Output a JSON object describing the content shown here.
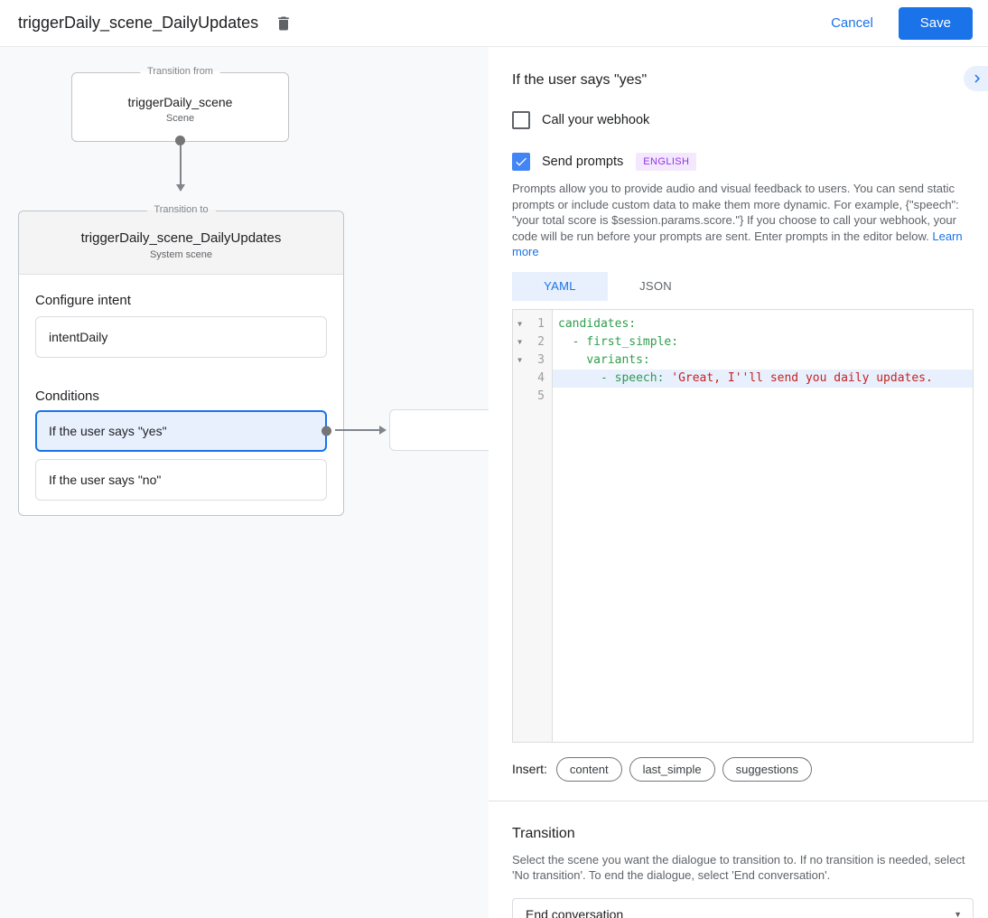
{
  "topbar": {
    "title": "triggerDaily_scene_DailyUpdates",
    "cancel_label": "Cancel",
    "save_label": "Save"
  },
  "canvas": {
    "transition_from": {
      "legend": "Transition from",
      "name": "triggerDaily_scene",
      "type": "Scene"
    },
    "transition_to": {
      "legend": "Transition to",
      "name": "triggerDaily_scene_DailyUpdates",
      "type": "System scene"
    },
    "configure_intent": {
      "label": "Configure intent",
      "value": "intentDaily"
    },
    "conditions": {
      "label": "Conditions",
      "items": [
        {
          "label": "If the user says \"yes\"",
          "selected": true
        },
        {
          "label": "If the user says \"no\"",
          "selected": false
        }
      ]
    }
  },
  "panel": {
    "title": "If the user says \"yes\"",
    "webhook_label": "Call your webhook",
    "send_prompts_label": "Send prompts",
    "language_badge": "ENGLISH",
    "description": "Prompts allow you to provide audio and visual feedback to users. You can send static prompts or include custom data to make them more dynamic. For example, {\"speech\": \"your total score is $session.params.score.\"} If you choose to call your webhook, your code will be run before your prompts are sent. Enter prompts in the editor below. ",
    "learn_more": "Learn more",
    "tabs": [
      {
        "label": "YAML",
        "active": true
      },
      {
        "label": "JSON",
        "active": false
      }
    ],
    "editor": {
      "lines": [
        {
          "num": "1",
          "segments": [
            {
              "c": "key",
              "t": "candidates:"
            }
          ]
        },
        {
          "num": "2",
          "segments": [
            {
              "c": "plain",
              "t": "  "
            },
            {
              "c": "key",
              "t": "- first_simple:"
            }
          ]
        },
        {
          "num": "3",
          "segments": [
            {
              "c": "plain",
              "t": "    "
            },
            {
              "c": "key",
              "t": "variants:"
            }
          ]
        },
        {
          "num": "4",
          "segments": [
            {
              "c": "plain",
              "t": "      "
            },
            {
              "c": "key",
              "t": "- speech:"
            },
            {
              "c": "plain",
              "t": " "
            },
            {
              "c": "string",
              "t": "'Great, I''ll send you daily updates."
            }
          ]
        },
        {
          "num": "5",
          "segments": []
        }
      ]
    },
    "insert": {
      "label": "Insert:",
      "chips": [
        "content",
        "last_simple",
        "suggestions"
      ]
    },
    "transition": {
      "title": "Transition",
      "description": "Select the scene you want the dialogue to transition to. If no transition is needed, select 'No transition'. To end the dialogue, select 'End conversation'.",
      "selected_value": "End conversation"
    }
  },
  "icons": {
    "fold_arrow": "▼",
    "dropdown_caret": "▼"
  },
  "colors": {
    "accent": "#1a73e8",
    "checkbox_checked": "#4285f4",
    "selected_condition_bg": "#e8f0fe",
    "selected_condition_border": "#1a73e8",
    "language_badge_bg": "#f3e8fd",
    "language_badge_text": "#9334e6",
    "code_key": "#2e9e4b",
    "code_string": "#c5221f",
    "active_line_bg": "#e8f0fe"
  }
}
